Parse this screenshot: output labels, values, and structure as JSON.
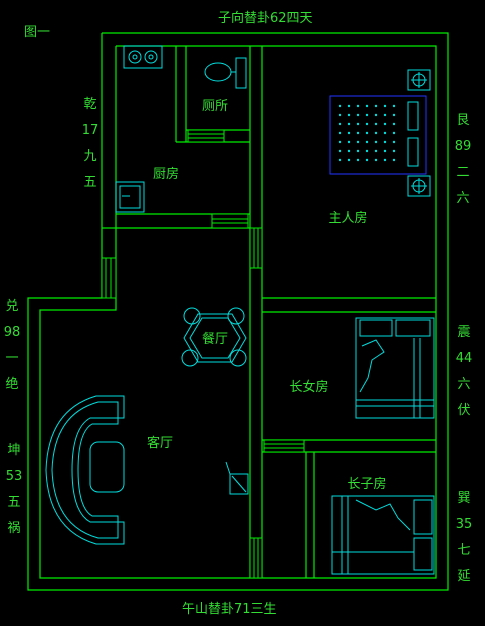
{
  "figure_label": "图一",
  "top_label": "子向替卦62四天",
  "bottom_label": "午山替卦71三生",
  "left_labels": [
    [
      "乾",
      "17",
      "九",
      "五"
    ],
    [
      "兑",
      "98",
      "一",
      "绝"
    ],
    [
      "坤",
      "53",
      "五",
      "祸"
    ]
  ],
  "right_labels": [
    [
      "艮",
      "89",
      "二",
      "六"
    ],
    [
      "震",
      "44",
      "六",
      "伏"
    ],
    [
      "巽",
      "35",
      "七",
      "延"
    ]
  ],
  "rooms": {
    "toilet": "厕所",
    "kitchen": "厨房",
    "master_bedroom": "主人房",
    "dining": "餐厅",
    "living_room": "客厅",
    "eldest_daughter_room": "长女房",
    "eldest_son_room": "长子房"
  },
  "colors": {
    "background": "#000000",
    "wall": "#00ee00",
    "furniture": "#00dddd",
    "bed_blue": "#2233ff",
    "text": "#33dd33"
  }
}
